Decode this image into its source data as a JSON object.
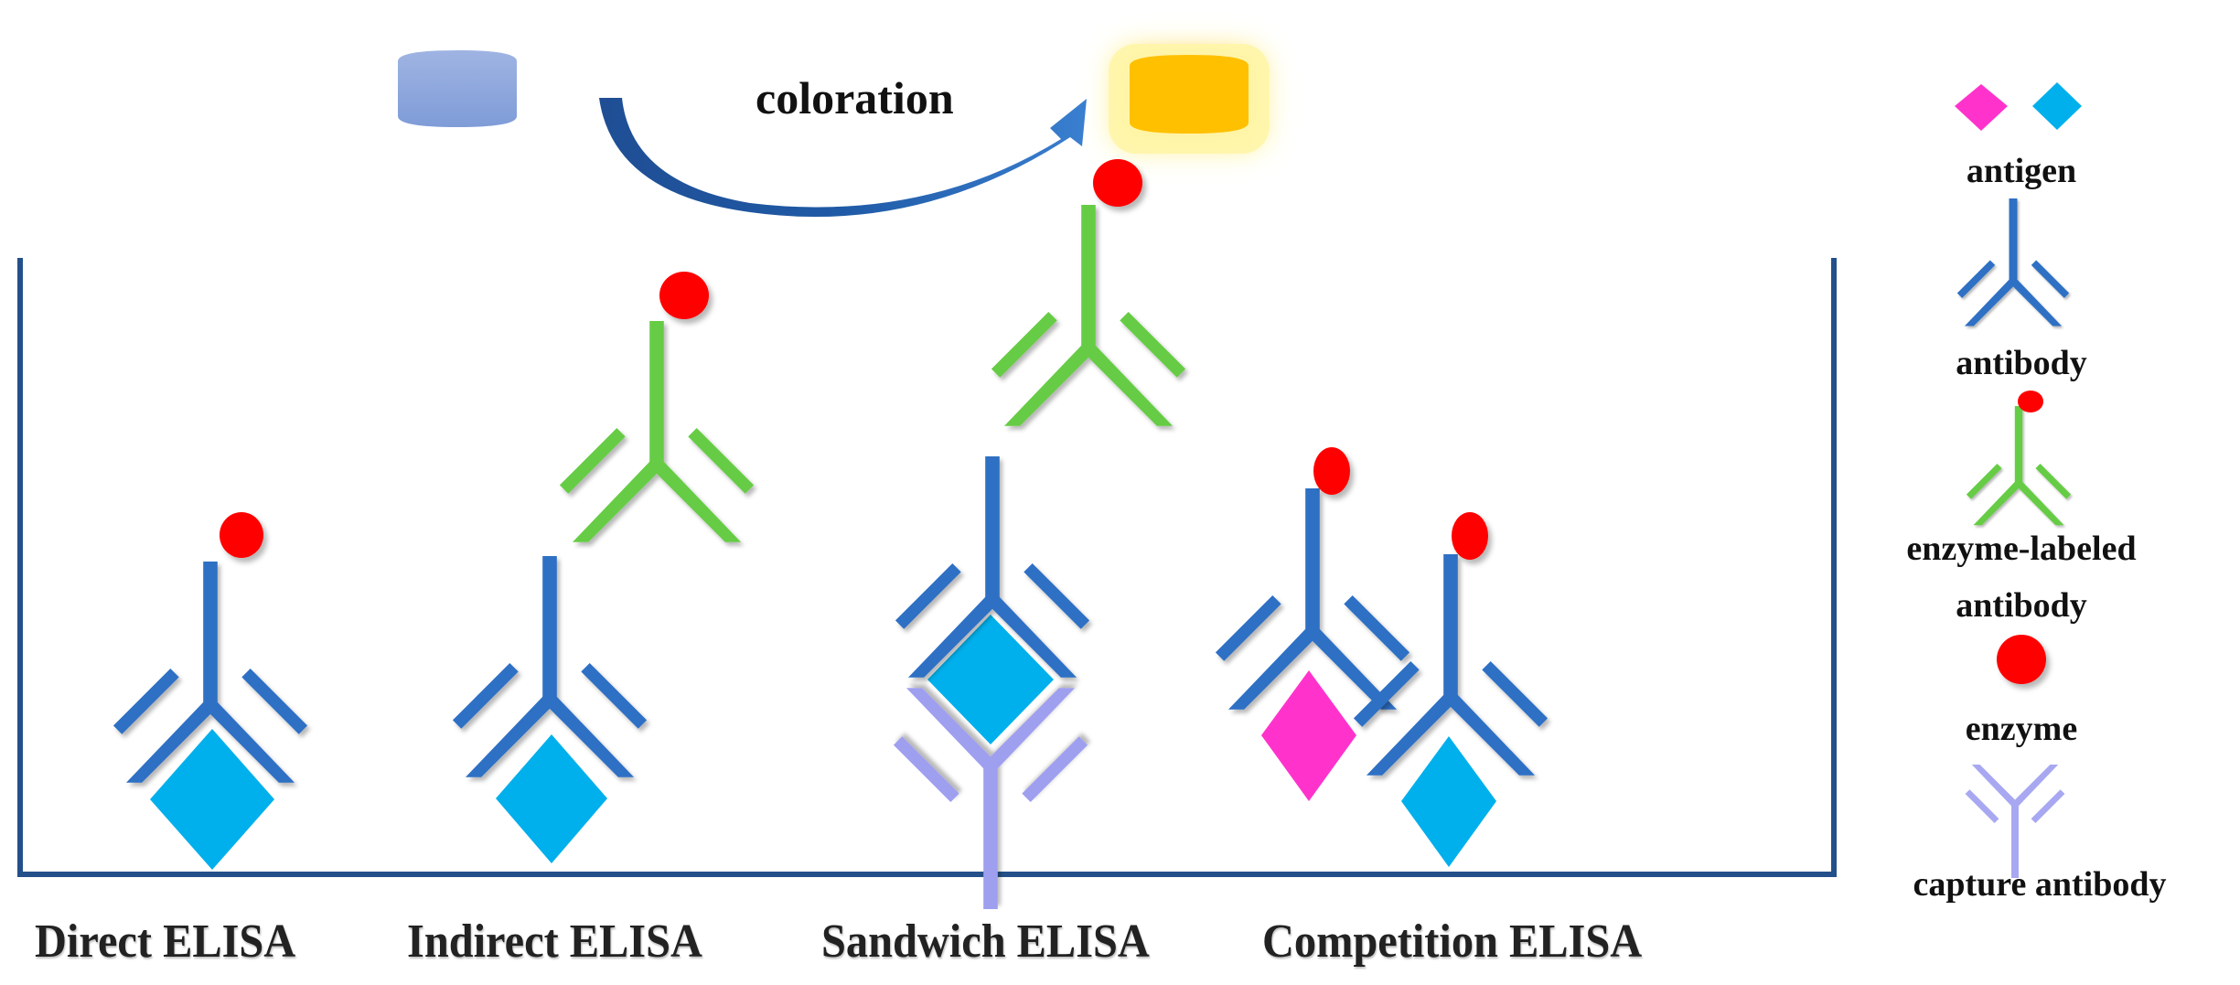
{
  "diagram": {
    "title_process": "coloration",
    "methods": [
      {
        "id": "direct",
        "label": "Direct ELISA"
      },
      {
        "id": "indirect",
        "label": "Indirect ELISA"
      },
      {
        "id": "sandwich",
        "label": "Sandwich ELISA"
      },
      {
        "id": "competition",
        "label": "Competition ELISA"
      }
    ],
    "substrate": {
      "before_state": "colorless substrate",
      "after_state": "colored product"
    },
    "colors": {
      "antibody": "#2e6fc4",
      "enzyme_labeled_antibody": "#66cc44",
      "capture_antibody": "#9f9ff0",
      "enzyme": "#ff0000",
      "antigen_cyan": "#00b0ec",
      "antigen_magenta": "#ff33cc",
      "substrate_before": "#8ea8dc",
      "substrate_after": "#ffc000",
      "frame": "#24508a",
      "arrow": "#2563b0"
    }
  },
  "legend": {
    "items": [
      {
        "key": "antigen",
        "label": "antigen"
      },
      {
        "key": "antibody",
        "label": "antibody"
      },
      {
        "key": "enzyme_labeled_antibody",
        "label_line1": "enzyme-labeled",
        "label_line2": "antibody"
      },
      {
        "key": "enzyme",
        "label": "enzyme"
      },
      {
        "key": "capture_antibody",
        "label": "capture antibody"
      }
    ]
  }
}
